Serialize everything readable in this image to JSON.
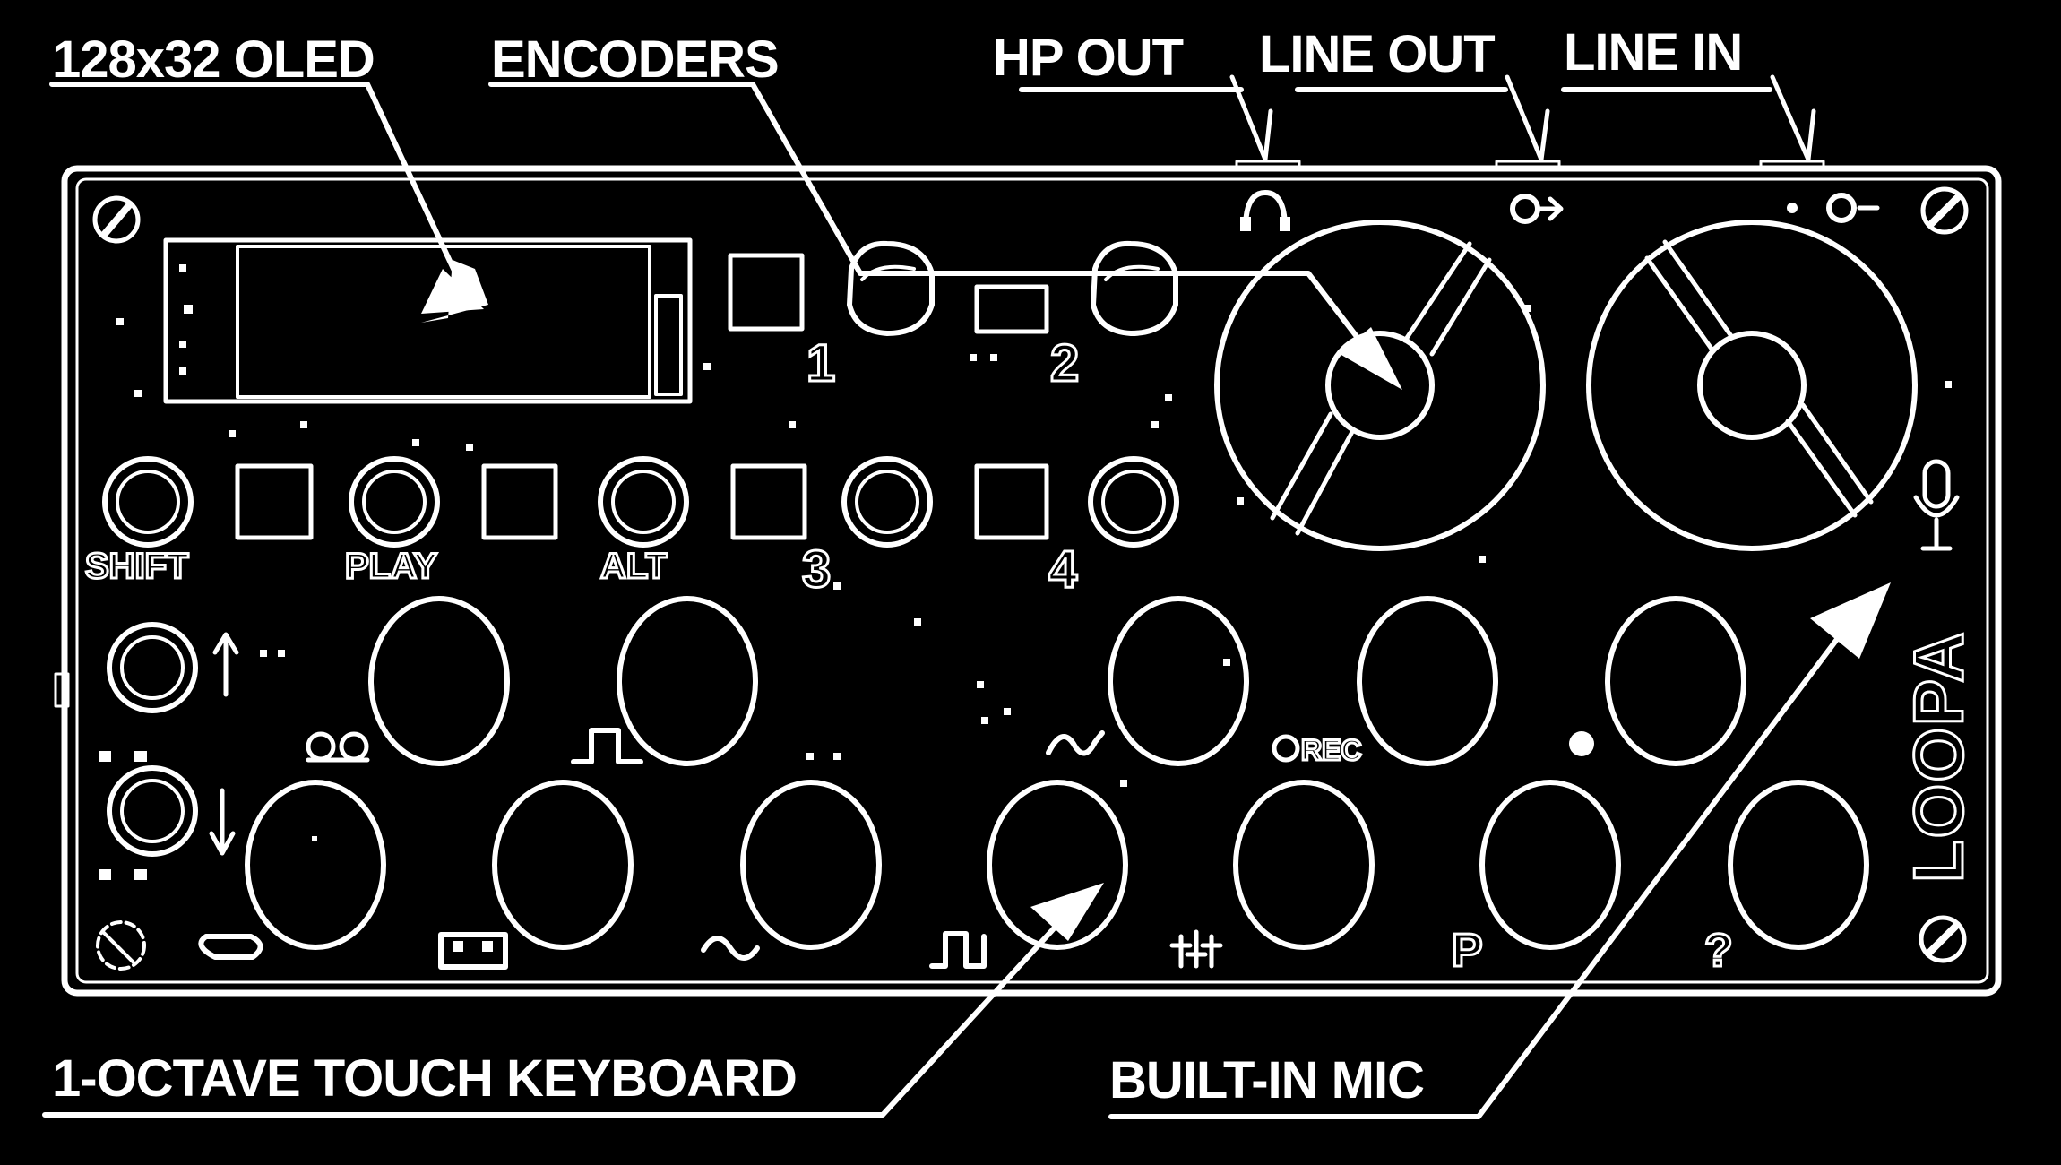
{
  "callouts": {
    "oled": "128x32 OLED",
    "encoders": "ENCODERS",
    "hp_out": "HP OUT",
    "line_out": "LINE OUT",
    "line_in": "LINE IN",
    "keyboard": "1-OCTAVE TOUCH KEYBOARD",
    "mic": "BUILT-IN MIC"
  },
  "board": {
    "logo": "LOOPA",
    "button_labels": [
      "SHIFT",
      "PLAY",
      "ALT"
    ],
    "pad_numbers": [
      "1",
      "2",
      "3",
      "4"
    ],
    "rec_label": "REC",
    "key_symbols": {
      "p": "P",
      "help": "?"
    }
  },
  "colors": {
    "background": "#000000",
    "line": "#ffffff"
  }
}
